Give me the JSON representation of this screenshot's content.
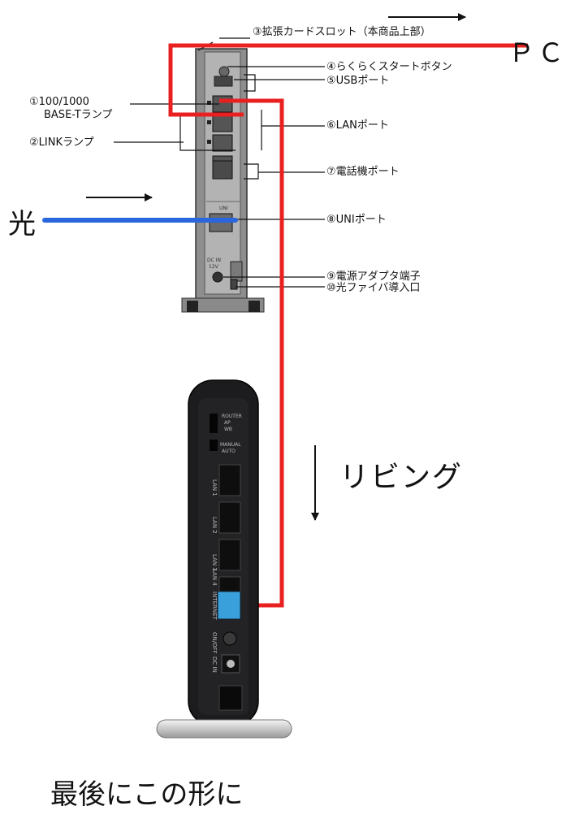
{
  "top_device": {
    "callouts": [
      {
        "id": "slot",
        "text": "③拡張カードスロット（本商品上部）"
      },
      {
        "id": "easy",
        "text": "④らくらくスタートボタン"
      },
      {
        "id": "usb",
        "text": "⑤USBポート"
      },
      {
        "id": "lamp1",
        "text": "①100/1000"
      },
      {
        "id": "lamp1b",
        "text": "BASE-Tランプ"
      },
      {
        "id": "lan",
        "text": "⑥LANポート"
      },
      {
        "id": "link",
        "text": "②LINKランプ"
      },
      {
        "id": "tel",
        "text": "⑦電話機ポート"
      },
      {
        "id": "uni",
        "text": "⑧UNIポート"
      },
      {
        "id": "power",
        "text": "⑨電源アダプタ端子"
      },
      {
        "id": "fiber",
        "text": "⑩光ファイバ導入口"
      }
    ],
    "panel_labels": {
      "uni": "UNI",
      "dcin": "DC IN",
      "dcin_v": "12V"
    }
  },
  "bottom_device": {
    "switch_labels": [
      "ROUTER",
      "AP",
      "WB"
    ],
    "switch2_labels": [
      "MANUAL",
      "AUTO"
    ],
    "port_labels": [
      "LAN 1",
      "LAN 2",
      "LAN 3",
      "LAN 4",
      "INTERNET"
    ],
    "button_label": "ON/OFF",
    "dcin_label": "DC IN"
  },
  "annotations": {
    "pc": "ＰＣ",
    "hikari": "光",
    "living": "リビング",
    "footer": "最後にこの形に"
  },
  "colors": {
    "red_cable": "#e82020",
    "blue_cable": "#2a66dd",
    "internet_port": "#3aa0dc",
    "top_body": "#9a9a9a",
    "bottom_body": "#1c1c1e"
  }
}
